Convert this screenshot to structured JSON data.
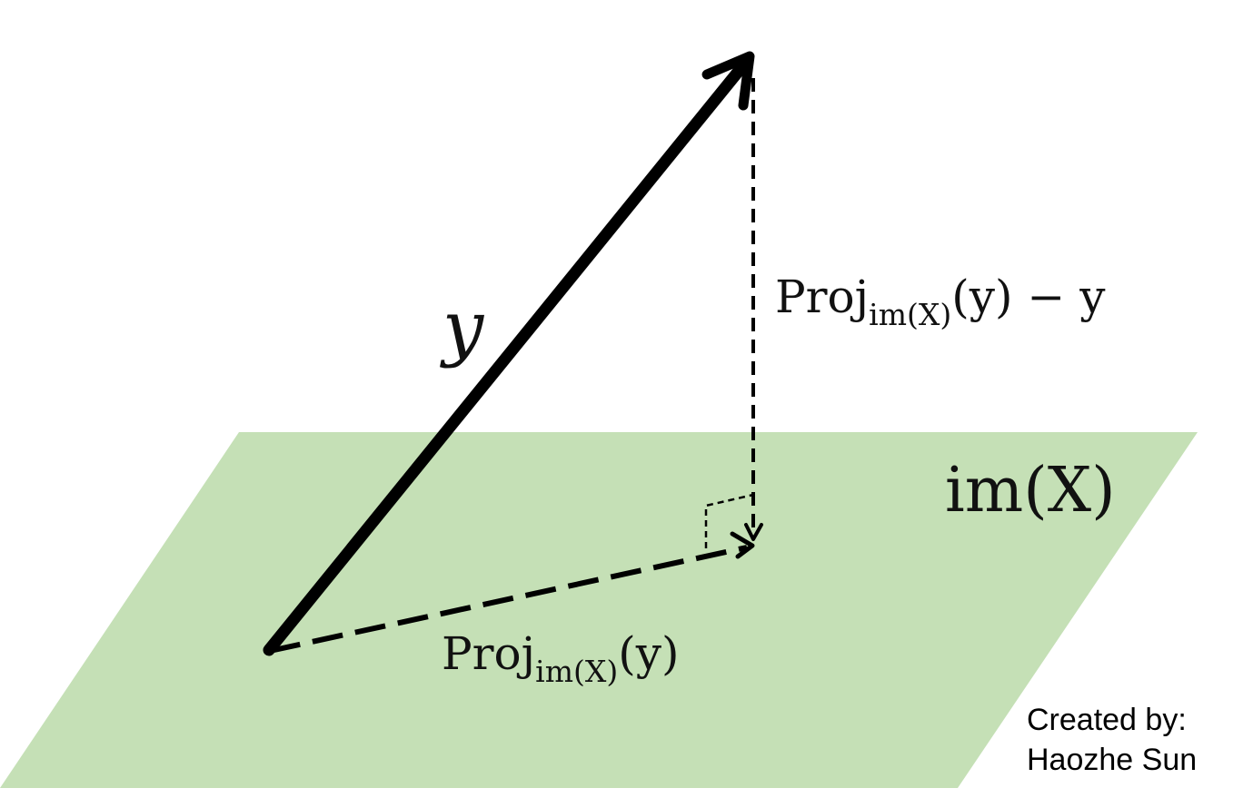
{
  "colors": {
    "plane": "#c5e0b6",
    "vector": "#000000",
    "background": "#ffffff"
  },
  "labels": {
    "y_vector": "y",
    "residual": {
      "prefix": "Proj",
      "subscript": "im(X)",
      "suffix": "(y) − y"
    },
    "plane": "im(X)",
    "projection": {
      "prefix": "Proj",
      "subscript": "im(X)",
      "suffix": "(y)"
    }
  },
  "credit": {
    "line1": "Created by:",
    "line2": "Haozhe Sun"
  }
}
